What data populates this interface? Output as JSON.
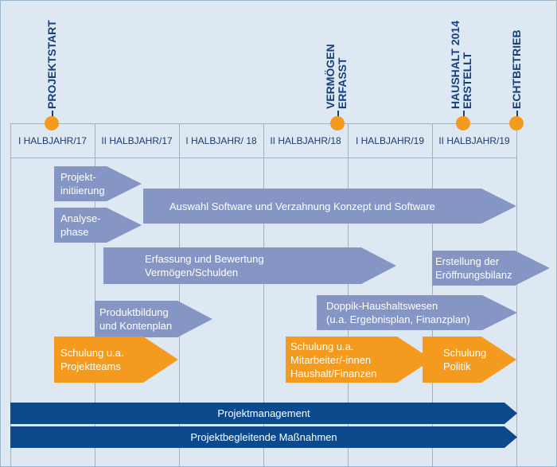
{
  "periods": [
    "I HALBJAHR/17",
    "II HALBJAHR/17",
    "I HALBJAHR/ 18",
    "II HALBJAHR/18",
    "I HALBJAHR/19",
    "II HALBJAHR/19"
  ],
  "milestones": {
    "projektstart": "PROJEKTSTART",
    "vermoegen": "VERMÖGEN\nERFASST",
    "haushalt": "HAUSHALT 2014\nERSTELLT",
    "echtbetrieb": "ECHTBETRIEB"
  },
  "tasks": {
    "projektinitiierung": "Projekt-\ninitiierung",
    "analysephase": "Analyse-\nphase",
    "auswahl_software": "Auswahl Software und Verzahnung Konzept und Software",
    "erfassung": "Erfassung und Bewertung\nVermögen/Schulden",
    "eroeffnungsbilanz": "Erstellung der\nEröffnungsbilanz",
    "produktbildung": "Produktbildung\nund Kontenplan",
    "doppik": "Doppik-Haushaltswesen\n(u.a. Ergebnisplan, Finanzplan)",
    "schulung_projektteams": "Schulung u.a.\nProjektteams",
    "schulung_mitarbeiter": "Schulung u.a.\nMitarbeiter/-innen\nHaushalt/Finanzen",
    "schulung_politik": "Schulung\nPolitik"
  },
  "bars": {
    "projektmanagement": "Projektmanagement",
    "projektbegleitende": "Projektbegleitende Maßnahmen"
  },
  "colors": {
    "background": "#dde8f3",
    "task_blue": "#8596c4",
    "task_orange": "#f49b1f",
    "bar_navy": "#0c4a8c",
    "milestone": "#f49b1f",
    "milestone_text": "#15407f"
  }
}
